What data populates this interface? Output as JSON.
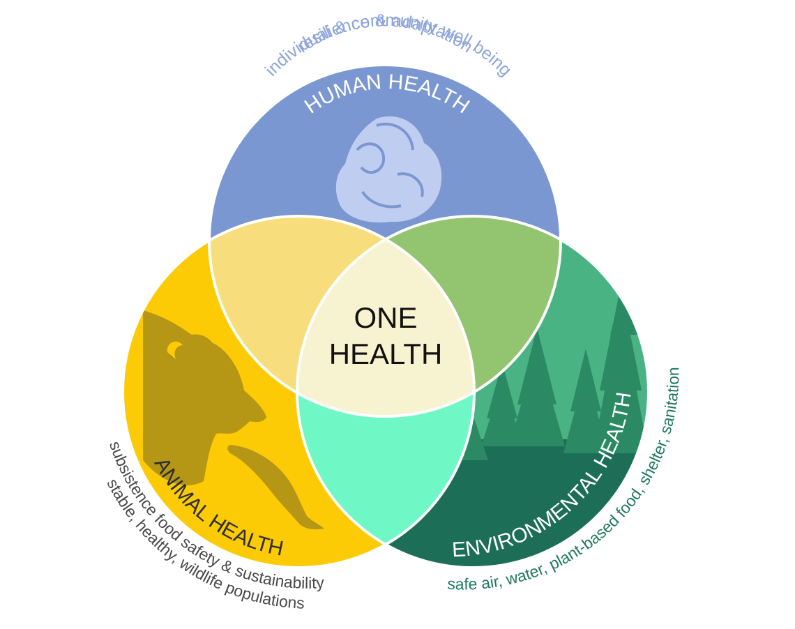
{
  "center": {
    "line1": "ONE",
    "line2": "HEALTH"
  },
  "human": {
    "title": "HUMAN HEALTH",
    "outer_line1": "resilience & adaptation",
    "outer_line2": "individual & community well being"
  },
  "animal": {
    "title": "ANIMAL HEALTH",
    "outer_line1": "subsistence food safety & sustainability",
    "outer_line2": "stable, healthy, wildlife populations"
  },
  "environment": {
    "title": "ENVIRONMENTAL HEALTH",
    "outer_line1": "safe air, water, plant-based food, shelter, sanitation"
  },
  "colors": {
    "human": "#7b97d1",
    "human_text": "#8ea5db",
    "animal": "#fccb05",
    "animal_text": "#4a4a4a",
    "environment": "#4ab384",
    "environment_dark": "#1c6e56",
    "environment_text": "#1f7a5c",
    "human_animal": "#f7dd7c",
    "human_environment": "#93c470",
    "animal_environment": "#6ff7c6",
    "center": "#f7f3d0",
    "bear": "#b69615",
    "trees": "#2b8a63",
    "family": "#bfcdf0"
  },
  "icons": [
    "family-icon",
    "bear-icon",
    "salmon-icon",
    "forest-icon"
  ]
}
